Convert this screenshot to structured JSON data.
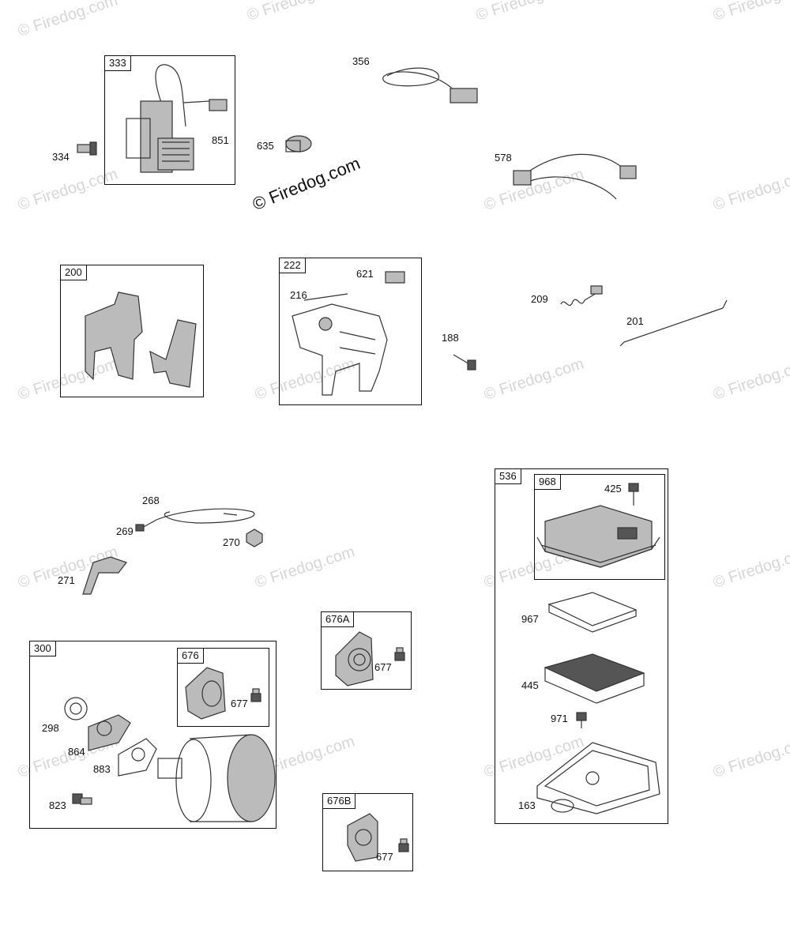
{
  "watermark": "© Firedog.com",
  "copyright": "© Firedog.com",
  "boxes": {
    "b333": "333",
    "b200": "200",
    "b222": "222",
    "b536": "536",
    "b968": "968",
    "b300": "300",
    "b676": "676",
    "b676a": "676A",
    "b676b": "676B"
  },
  "parts": {
    "p334": "334",
    "p851": "851",
    "p635": "635",
    "p356": "356",
    "p578": "578",
    "p621": "621",
    "p216": "216",
    "p188": "188",
    "p209": "209",
    "p201": "201",
    "p268": "268",
    "p269": "269",
    "p270": "270",
    "p271": "271",
    "p425": "425",
    "p967": "967",
    "p445": "445",
    "p971": "971",
    "p163": "163",
    "p298": "298",
    "p864": "864",
    "p883": "883",
    "p823": "823",
    "p677a": "677",
    "p677b": "677",
    "p677c": "677"
  }
}
